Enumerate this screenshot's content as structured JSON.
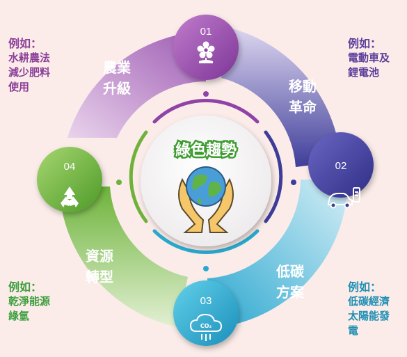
{
  "center_title": "綠色趨勢",
  "colors": {
    "purple": "#8f43a6",
    "indigo": "#3d3c98",
    "cyan": "#29a9cf",
    "green": "#6fb23a",
    "background": "#fbece9"
  },
  "items": [
    {
      "number": "01",
      "label_line1": "農業",
      "label_line2": "升級",
      "icon": "flower-icon",
      "note_title": "例如：",
      "note_lines": [
        "水耕農法",
        "減少肥料",
        "使用"
      ]
    },
    {
      "number": "02",
      "label_line1": "移動",
      "label_line2": "革命",
      "icon": "electric-car-icon",
      "note_title": "例如：",
      "note_lines": [
        "電動車及",
        "鋰電池"
      ]
    },
    {
      "number": "03",
      "label_line1": "低碳",
      "label_line2": "方案",
      "icon": "co2-cloud-icon",
      "note_title": "例如：",
      "note_lines": [
        "低碳經濟",
        "太陽能發",
        "電"
      ]
    },
    {
      "number": "04",
      "label_line1": "資源",
      "label_line2": "轉型",
      "icon": "recycle-icon",
      "note_title": "例如：",
      "note_lines": [
        "乾淨能源",
        "綠氫"
      ]
    }
  ]
}
